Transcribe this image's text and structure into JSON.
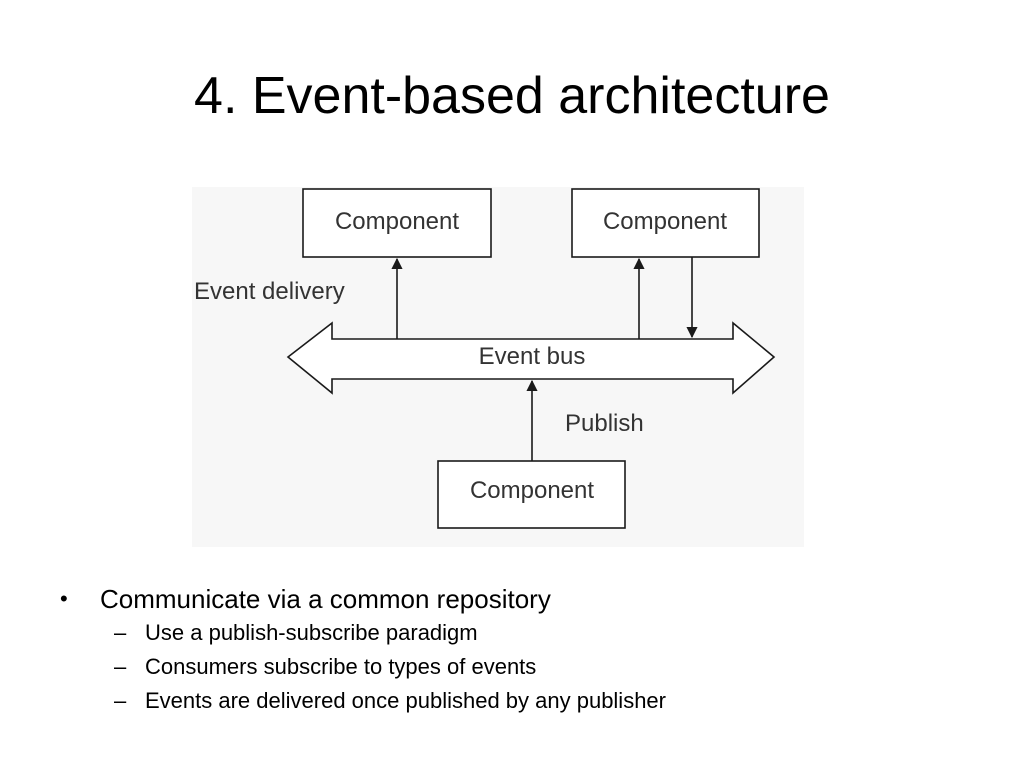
{
  "slide": {
    "title": "4. Event-based architecture"
  },
  "diagram": {
    "component_top_left": "Component",
    "component_top_right": "Component",
    "component_bottom": "Component",
    "bus_label": "Event bus",
    "event_delivery_label": "Event delivery",
    "publish_label": "Publish"
  },
  "bullets": {
    "main": "Communicate via a common repository",
    "marker_main": "•",
    "marker_sub": "–",
    "sub": [
      "Use a publish-subscribe paradigm",
      "Consumers subscribe to types of events",
      "Events are delivered once published by any publisher"
    ]
  }
}
